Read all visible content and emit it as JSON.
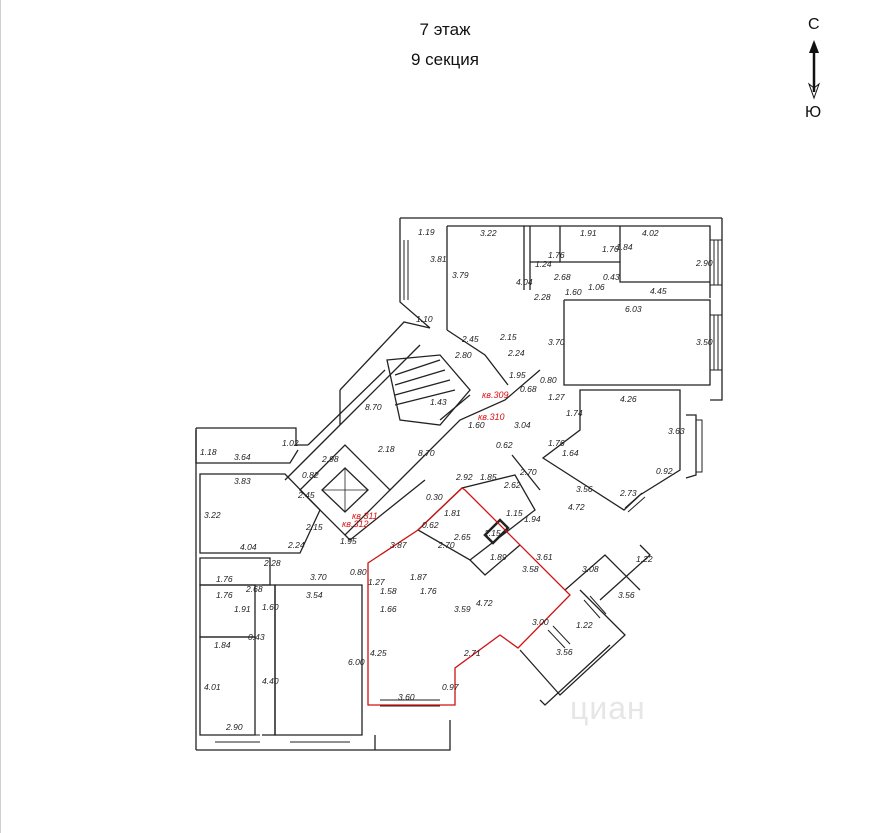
{
  "heading": {
    "floor": "7 этаж",
    "section": "9 секция"
  },
  "compass": {
    "north": "С",
    "south": "Ю"
  },
  "apartments": [
    {
      "label": "кв.309"
    },
    {
      "label": "кв.310"
    },
    {
      "label": "кв.311"
    },
    {
      "label": "кв.312"
    }
  ],
  "highlight_color": "#d11111",
  "dimensions": {
    "top_left_tower": [
      "1.19",
      "3.81",
      "1.10",
      "3.79"
    ],
    "room_top_center": [
      "3.22",
      "4.04",
      "2.45",
      "2.15",
      "2.80",
      "2.24"
    ],
    "wet_block": [
      "1.91",
      "1.76",
      "1.84",
      "1.76",
      "1.24",
      "2.68",
      "0.43",
      "1.06",
      "1.60",
      "2.28"
    ],
    "room_top_right": [
      "4.02",
      "2.90",
      "4.45"
    ],
    "room_right_upper": [
      "6.03",
      "3.70",
      "3.50",
      "1.95",
      "0.80",
      "0.68"
    ],
    "stair": [
      "8.70",
      "1.43",
      "1.60",
      "3.04",
      "1.27"
    ],
    "room_right_mid": [
      "4.26",
      "1.74",
      "3.63",
      "1.76",
      "1.64",
      "0.92",
      "3.56",
      "2.73",
      "4.72"
    ],
    "lift_block": [
      "2.98",
      "2.18",
      "8.70",
      "0.82",
      "2.45",
      "1.02",
      "2.15",
      "0.62",
      "2.92"
    ],
    "left_wing": [
      "1.18",
      "3.64",
      "3.83",
      "3.22",
      "4.04",
      "2.24",
      "1.95"
    ],
    "center_core": [
      "1.85",
      "2.70",
      "2.62",
      "0.30",
      "1.81",
      "1.15",
      "1.94",
      "1.15",
      "2.65",
      "1.89",
      "3.61",
      "3.58",
      "0.62",
      "2.70"
    ],
    "red_apartment": [
      "3.87",
      "1.27",
      "1.87",
      "1.58",
      "1.76",
      "1.66",
      "3.59",
      "4.72",
      "4.25",
      "2.71",
      "3.60",
      "0.97",
      "3.00"
    ],
    "right_lower": [
      "3.08",
      "1.22",
      "3.56",
      "1.22",
      "3.56"
    ],
    "bottom_left": [
      "2.28",
      "1.76",
      "2.68",
      "1.76",
      "1.60",
      "1.91",
      "0.43",
      "1.84",
      "4.01",
      "4.40",
      "2.90",
      "3.70",
      "0.80",
      "3.54",
      "6.00"
    ]
  },
  "watermark": "циан"
}
